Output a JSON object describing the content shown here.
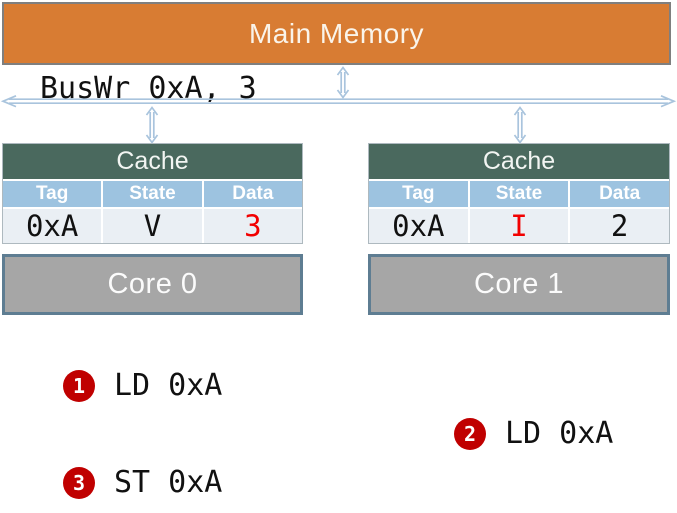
{
  "colors": {
    "memory_fill": "#D87C33",
    "memory_border": "#7F7F7F",
    "cache_title_fill": "#4A695E",
    "table_head_fill": "#9DC3E0",
    "table_row_fill": "#EAEFF4",
    "table_border": "#AEB9BF",
    "core_fill": "#A6A6A6",
    "core_border": "#5E7D92",
    "bus_arrow": "#A9C4DD",
    "badge_fill": "#C00000",
    "highlight_text": "#F20000",
    "text_light": "#FAF4EA"
  },
  "memory": {
    "label": "Main Memory"
  },
  "bus": {
    "label": "BusWr 0xA, 3"
  },
  "caches": [
    {
      "title": "Cache",
      "columns": [
        "Tag",
        "State",
        "Data"
      ],
      "row": {
        "tag": "0xA",
        "state": "V",
        "data": "3"
      },
      "styles": {
        "tag": "",
        "state": "",
        "data": "color:#F20000"
      }
    },
    {
      "title": "Cache",
      "columns": [
        "Tag",
        "State",
        "Data"
      ],
      "row": {
        "tag": "0xA",
        "state": "I",
        "data": "2"
      },
      "styles": {
        "tag": "",
        "state": "color:#F20000",
        "data": ""
      }
    }
  ],
  "cores": [
    {
      "label": "Core 0"
    },
    {
      "label": "Core 1"
    }
  ],
  "steps": [
    {
      "num": "1",
      "label": "LD 0xA"
    },
    {
      "num": "2",
      "label": "LD 0xA"
    },
    {
      "num": "3",
      "label": "ST 0xA"
    }
  ]
}
